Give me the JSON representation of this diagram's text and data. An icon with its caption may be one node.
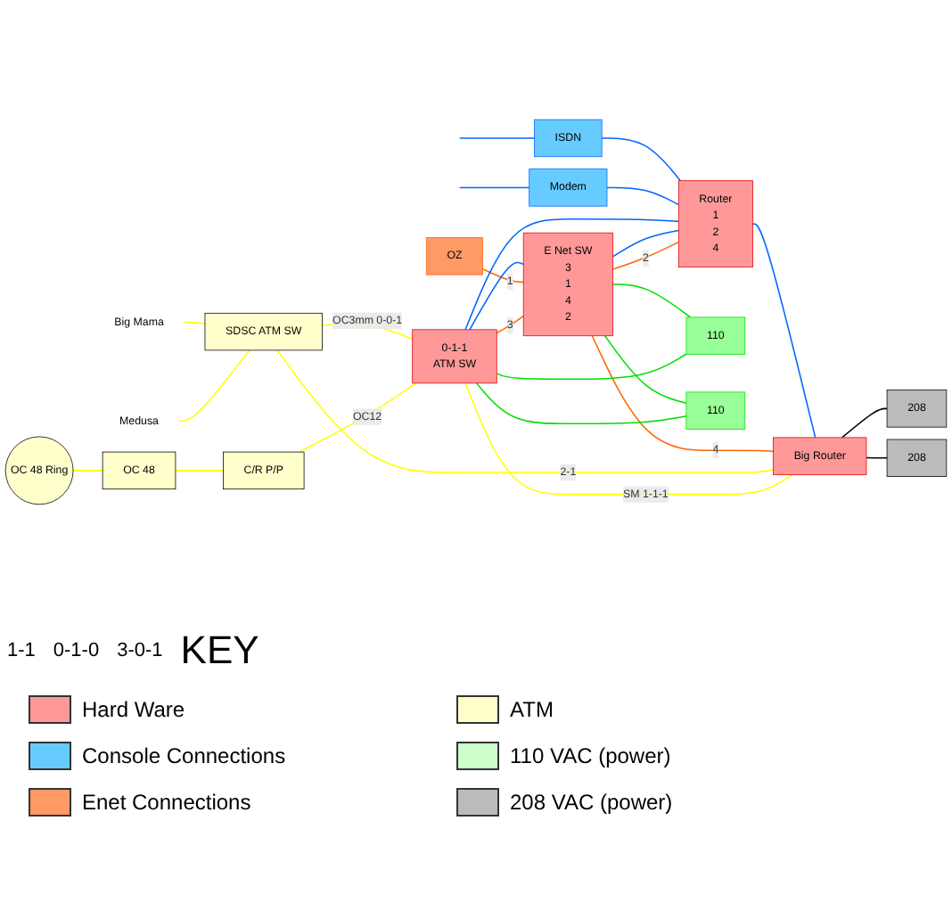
{
  "diagram": {
    "nodes": [
      {
        "text": [
          "OC 48 Ring"
        ]
      },
      {
        "text": [
          "OC 48"
        ]
      },
      {
        "text": [
          "C/R P/P"
        ]
      },
      {
        "text": [
          "0-1-1",
          "ATM SW"
        ]
      },
      {
        "text": [
          "E Net SW",
          "3",
          "1",
          "4",
          "2"
        ]
      },
      {
        "text": [
          "Router",
          "1",
          "2",
          "4"
        ]
      },
      {
        "text": [
          "Big Router"
        ]
      },
      {
        "text": [
          "OZ"
        ]
      },
      {
        "text": [
          "Modem"
        ]
      },
      {
        "text": [
          "ISDN"
        ]
      },
      {
        "text": [
          "110"
        ]
      },
      {
        "text": [
          "110"
        ]
      },
      {
        "text": [
          "208"
        ]
      },
      {
        "text": [
          "208"
        ]
      },
      {
        "text": [
          "SDSC ATM SW"
        ]
      },
      {
        "text": [
          "Medusa"
        ]
      },
      {
        "text": [
          "Big Mama"
        ]
      }
    ],
    "edges": [
      {
        "from": 0,
        "to": 1,
        "arrow": "none",
        "color": "#ffff00"
      },
      {
        "from": 1,
        "to": 2,
        "arrow": "none",
        "color": "#ffff00"
      },
      {
        "from": 2,
        "to": 3,
        "arrow": "none",
        "label": "OC12",
        "color": "#ffff00"
      },
      {
        "from": 14,
        "to": 3,
        "arrow": "none",
        "label": "OC3mm 0-0-1",
        "color": "#ffff00"
      },
      {
        "from": 3,
        "to": 6,
        "arrow": "none",
        "label": "SM 1-1-1",
        "color": "#ffff00"
      },
      {
        "from": 14,
        "to": 6,
        "arrow": "none",
        "label": "2-1",
        "color": "#ffff00"
      },
      {
        "from": 15,
        "to": 14,
        "arrow": "none",
        "color": "#ffff00"
      },
      {
        "from": 16,
        "to": 14,
        "arrow": "none",
        "color": "#ffff00"
      },
      {
        "from": 3,
        "to": 4,
        "arrow": "none",
        "label": "3",
        "color": "#ff6600"
      },
      {
        "from": 7,
        "to": 4,
        "arrow": "none",
        "label": "1",
        "color": "#ff6600"
      },
      {
        "from": 4,
        "to": 6,
        "arrow": "none",
        "label": "4",
        "color": "#ff6600"
      },
      {
        "from": 4,
        "to": 5,
        "arrow": "none",
        "label": "2",
        "color": "#ff6600"
      },
      {
        "from": 3,
        "to": 4,
        "arrow": "none",
        "color": "#0066ff"
      },
      {
        "from": 4,
        "to": 5,
        "arrow": "none",
        "color": "#0066ff"
      },
      {
        "from": 5,
        "to": 6,
        "arrow": "none",
        "color": "#0066ff"
      },
      {
        "from": 3,
        "to": 5,
        "arrow": "none",
        "color": "#0066ff"
      },
      {
        "from": 8,
        "to": 5,
        "arrow": "none",
        "color": "#0066ff"
      },
      {
        "from": 9,
        "to": 5,
        "arrow": "none",
        "color": "#0066ff"
      },
      {
        "from": null,
        "to": 8,
        "arrow": "none",
        "color": "#0066ff"
      },
      {
        "from": null,
        "to": 9,
        "arrow": "none",
        "color": "#0066ff"
      },
      {
        "from": 3,
        "to": 10,
        "arrow": "none",
        "color": "#00dd00"
      },
      {
        "from": 3,
        "to": 11,
        "arrow": "none",
        "color": "#00dd00"
      },
      {
        "from": 4,
        "to": 11,
        "arrow": "none",
        "color": "#00dd00"
      },
      {
        "from": 4,
        "to": 10,
        "arrow": "none",
        "color": "#00dd00"
      },
      {
        "from": 6,
        "to": 12,
        "arrow": "none",
        "color": "#000000"
      },
      {
        "from": 6,
        "to": 13,
        "arrow": "none",
        "color": "#000000"
      }
    ],
    "labels": [
      "1-1",
      "0-1-0",
      "3-0-1",
      "KEY"
    ],
    "legend": [
      {
        "text": "Hard Ware",
        "color": "#ff9999"
      },
      {
        "text": "ATM",
        "color": "#ffffcc"
      },
      {
        "text": "Console Connections",
        "color": "#66ccff"
      },
      {
        "text": "110 VAC (power)",
        "color": "#ccffcc"
      },
      {
        "text": "Enet Connections",
        "color": "#ff9966"
      },
      {
        "text": "208 VAC (power)",
        "color": "#bbbbbb"
      }
    ]
  }
}
